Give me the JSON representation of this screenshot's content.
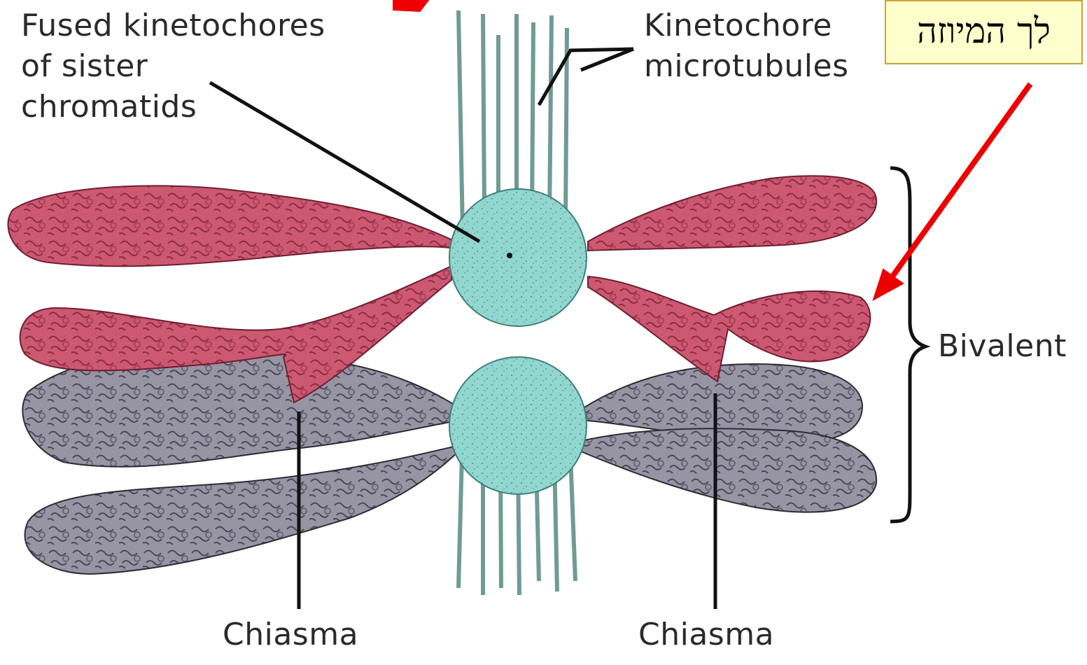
{
  "labels": {
    "fused_kinetochores": "Fused kinetochores\nof sister\nchromatids",
    "kinetochore_microtubules": "Kinetochore\nmicrotubules",
    "bivalent": "Bivalent",
    "chiasma_left": "Chiasma",
    "chiasma_right": "Chiasma"
  },
  "hebrew_note": "לך המיוזה",
  "colors": {
    "maternal_chromatid": "#c9506a",
    "paternal_chromatid": "#8a8796",
    "kinetochore": "#8fd3cc",
    "microtubule": "#6f9b93",
    "arrow": "#ee0000",
    "note_background": "#ffffcc"
  }
}
